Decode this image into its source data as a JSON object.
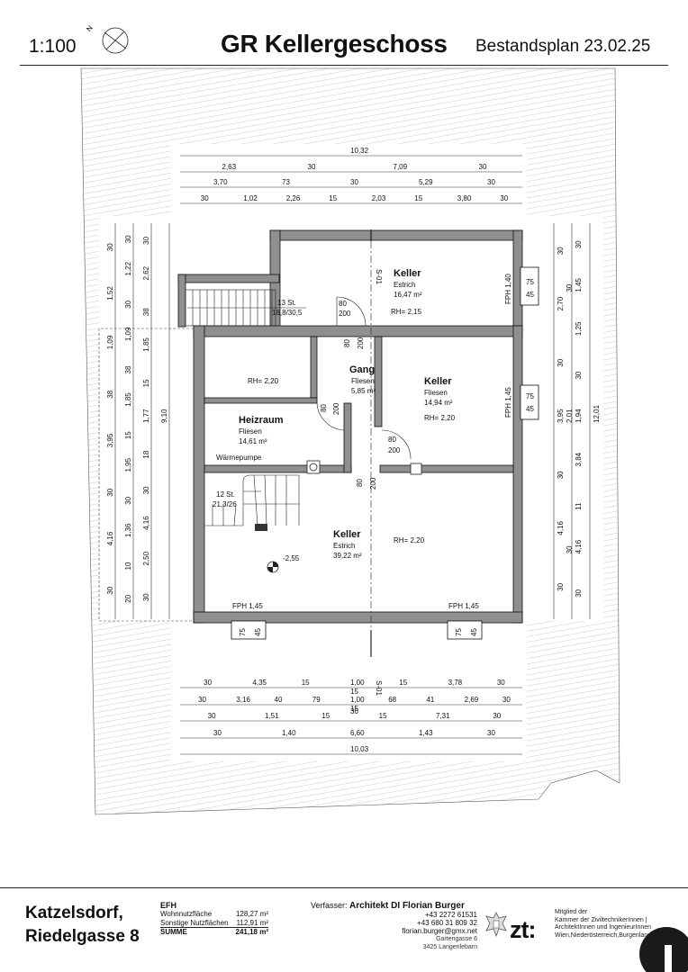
{
  "header": {
    "scale": "1:100",
    "north": "N",
    "title": "GR Kellergeschoss",
    "subtitle": "Bestandsplan 23.02.25"
  },
  "rooms": [
    {
      "name": "Keller",
      "floor": "Estrich",
      "area": "16,47 m²",
      "rh": "RH= 2,15"
    },
    {
      "name": "Gang",
      "floor": "Fliesen",
      "area": "5,85 m²"
    },
    {
      "name": "Keller",
      "floor": "Fliesen",
      "area": "14,94 m²",
      "rh": "RH= 2,20"
    },
    {
      "name": "Heizraum",
      "floor": "Fliesen",
      "area": "14,61 m²",
      "rh": "RH= 2,20",
      "extra": "Wärmepumpe"
    },
    {
      "name": "Keller",
      "floor": "Estrich",
      "area": "39,22 m²",
      "rh": "RH= 2,20"
    }
  ],
  "labels": {
    "stair_top": "13 St.",
    "stair_top_dim": "18,8/30,5",
    "stair_bottom": "12 St.",
    "stair_bottom_dim": "21,3/26",
    "level": "-2,55",
    "section_top": "S-01",
    "section_bottom": "S-01",
    "fph_a": "FPH 1,40",
    "fph_b": "FPH 1,45",
    "fph_c": "FPH 1,45",
    "fph_d": "FPH 1,45",
    "win_a": "75",
    "win_b": "45",
    "win_c": "75",
    "win_d": "45",
    "win_e": "75",
    "win_f": "45",
    "win_g": "75",
    "win_h": "45",
    "door1_w": "80",
    "door1_h": "200",
    "door2_w": "80",
    "door2_h": "200",
    "door3_w": "80",
    "door3_h": "200",
    "door4_w": "80",
    "door4_h": "200",
    "door5_w": "80",
    "door5_h": "200"
  },
  "dims_top": [
    [
      "10,32"
    ],
    [
      "2,63",
      "30",
      "7,09",
      "30"
    ],
    [
      "3,70",
      "73",
      "30",
      "5,29",
      "30"
    ],
    [
      "30",
      "1,02",
      "2,26",
      "15",
      "2,03",
      "15",
      "3,80",
      "30"
    ]
  ],
  "dims_bottom": [
    [
      "30",
      "4,35",
      "15",
      "1,00",
      "15",
      "3,78",
      "30"
    ],
    [
      "15"
    ],
    [
      "30",
      "3,16",
      "40",
      "79",
      "1,00",
      "68",
      "41",
      "2,69",
      "30"
    ],
    [
      "15"
    ],
    [
      "30",
      "1,51",
      "15",
      "15",
      "7,31",
      "30"
    ],
    [
      "30"
    ],
    [
      "30",
      "1,40",
      "6,60",
      "1,43",
      "30"
    ],
    [
      "10,03"
    ]
  ],
  "dims_left": [
    [
      "30",
      "1,52",
      "1,09",
      "38",
      "3,95",
      "30",
      "4,16",
      "30"
    ],
    [
      "30",
      "1,22",
      "30",
      "1,09",
      "38",
      "1,85",
      "15",
      "1,95",
      "30",
      "1,36",
      "10",
      "20"
    ],
    [
      "30",
      "2,62",
      "38",
      "1,85",
      "15",
      "1,77",
      "18",
      "30",
      "4,16",
      "2,50",
      "30"
    ],
    [
      "9,10"
    ]
  ],
  "dims_right": [
    [
      "30",
      "2,70",
      "30",
      "3,95",
      "30",
      "4,16",
      "30"
    ],
    [
      "30",
      "1,45",
      "1,25",
      "30",
      "1,94",
      "3,84",
      "11",
      "4,16",
      "30"
    ],
    [
      "12,01"
    ],
    [
      "30",
      "2,01",
      "30"
    ]
  ],
  "footer": {
    "location_line1": "Katzelsdorf,",
    "location_line2": "Riedelgasse 8",
    "efh_title": "EFH",
    "areas": [
      {
        "label": "Wohnnutzfläche",
        "value": "128,27 m²"
      },
      {
        "label": "Sonstige Nutzflächen",
        "value": "112,91 m²"
      }
    ],
    "sum_label": "SUMME",
    "sum_value": "241,18 m²",
    "author_prefix": "Verfasser:",
    "author_name": "Architekt DI Florian Burger",
    "phone1": "+43 2272 61531",
    "phone2": "+43 680 31 809 32",
    "email": "florian.burger@gmx.net",
    "street": "Gartengasse 6",
    "city": "3425 Langenlebarn",
    "zt": "zt:",
    "member1": "Mitglied der",
    "member2": "Kammer der ZiviltechnikerInnen |",
    "member3": "ArchitektInnen und IngenieurInnen",
    "member4": "Wien,Niederösterreich,Burgenland"
  },
  "colors": {
    "wall": "#8f8f8f",
    "line": "#111111",
    "hatch": "#9a9a9a"
  }
}
